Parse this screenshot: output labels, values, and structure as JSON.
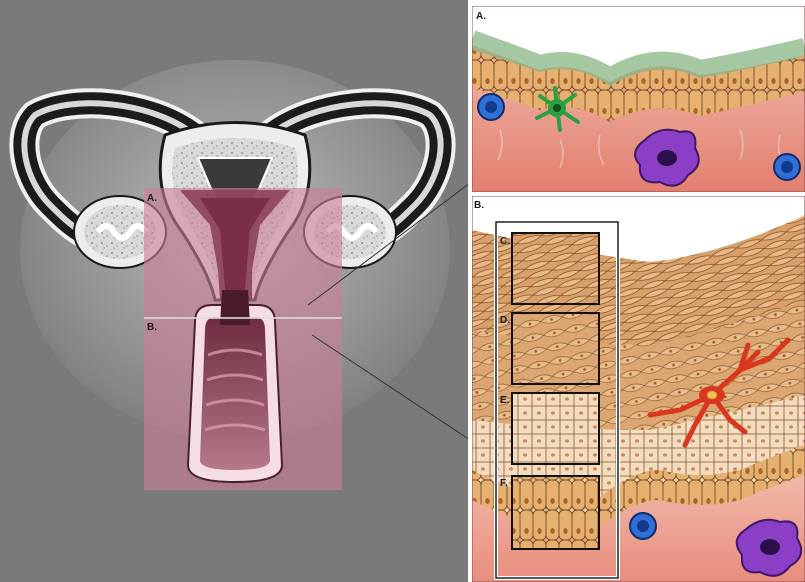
{
  "labels": {
    "overview_a": "A.",
    "overview_b": "B.",
    "panel_a": "A.",
    "panel_b": "B.",
    "inset_c": "C.",
    "inset_d": "D.",
    "inset_e": "E.",
    "inset_f": "F."
  },
  "colors": {
    "left_background": "#7a7a7a",
    "highlight_region": "#c97f94",
    "epithelium_tan": "#d9a774",
    "lamina_pink": "#e7a79c",
    "mucus_green": "#7fb07a",
    "immune_blue": "#2f6fd6",
    "dendritic_green": "#2aa043",
    "macrophage_purple": "#8a3fc6",
    "langerhans_red": "#d9361e"
  },
  "icons": {
    "t_cell": "blue-cell-icon",
    "dendritic": "green-dendritic-cell-icon",
    "macrophage": "purple-macrophage-icon",
    "langerhans": "red-dendritic-cell-icon"
  }
}
